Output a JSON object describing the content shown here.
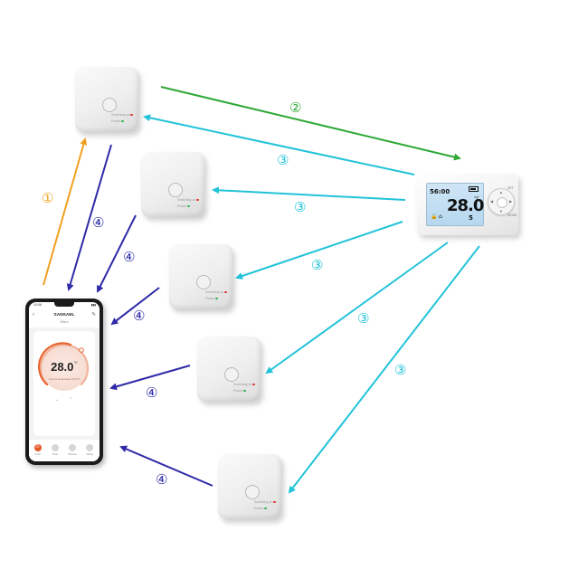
{
  "colors": {
    "step1": "#f0a020",
    "step2": "#2ea836",
    "step3": "#22c3d8",
    "step4": "#2e2aa8"
  },
  "labels": {
    "step1": "①",
    "step2": "②",
    "step3": "③",
    "step4": "④"
  },
  "receiver": {
    "status_label": "Switching on",
    "power_label": "Power"
  },
  "thermostat": {
    "clock": "56:00",
    "temperature": "28.0",
    "unit": "°C",
    "program": "5",
    "key_set": "SET",
    "key_mode": "MODE"
  },
  "phone": {
    "time": "10:06",
    "app_title": "SANSAEL",
    "app_subtitle": "Warm",
    "setpoint": "28.0",
    "setpoint_unit": "°C",
    "current_text": "Current temperature 22.5°C",
    "nav": [
      "Power",
      "Mode",
      "Schedule",
      "Setting"
    ]
  }
}
